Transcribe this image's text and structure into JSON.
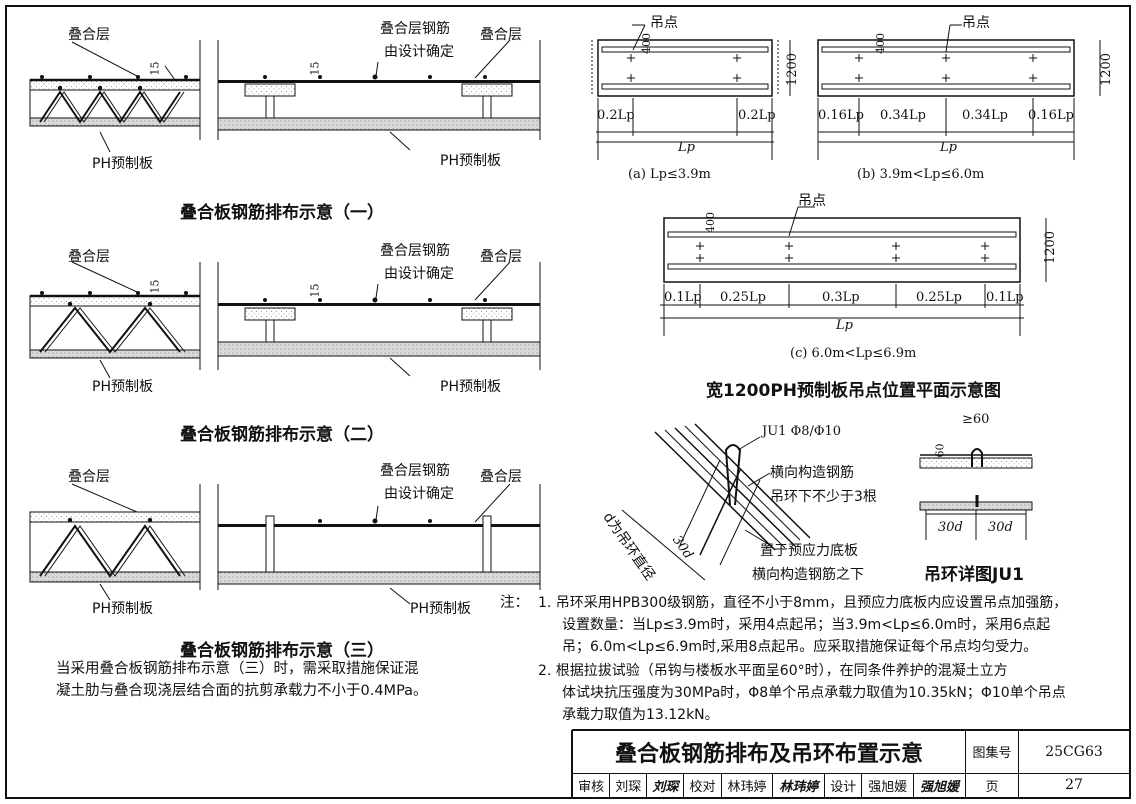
{
  "section_1": {
    "layer_label_left": "叠合层",
    "layer_label_right": "叠合层",
    "rebar_label_line1": "叠合层钢筋",
    "rebar_label_line2": "由设计确定",
    "dim_15_left": "15",
    "dim_15_right": "15",
    "ph_label_left": "PH预制板",
    "ph_label_right": "PH预制板",
    "caption": "叠合板钢筋排布示意（一）"
  },
  "section_2": {
    "layer_label_left": "叠合层",
    "layer_label_right": "叠合层",
    "rebar_label_line1": "叠合层钢筋",
    "rebar_label_line2": "由设计确定",
    "dim_15_left": "15",
    "dim_15_right": "15",
    "ph_label_left": "PH预制板",
    "ph_label_right": "PH预制板",
    "caption": "叠合板钢筋排布示意（二）"
  },
  "section_3": {
    "layer_label_left": "叠合层",
    "layer_label_right": "叠合层",
    "rebar_label_line1": "叠合层钢筋",
    "rebar_label_line2": "由设计确定",
    "ph_label_left": "PH预制板",
    "ph_label_right": "PH预制板",
    "caption": "叠合板钢筋排布示意（三）",
    "note_line1": "当采用叠合板钢筋排布示意（三）时，需采取措施保证混",
    "note_line2": "凝土肋与叠合现浇层结合面的抗剪承载力不小于0.4MPa。"
  },
  "plan_a": {
    "lift_label": "吊点",
    "dim_400": "400",
    "dim_1200": "1200",
    "seg_labels": [
      "0.2Lp",
      "0.2Lp"
    ],
    "total": "Lp",
    "caption": "(a) Lp≤3.9m"
  },
  "plan_b": {
    "lift_label": "吊点",
    "dim_400": "400",
    "dim_1200": "1200",
    "seg_labels": [
      "0.16Lp",
      "0.34Lp",
      "0.34Lp",
      "0.16Lp"
    ],
    "total": "Lp",
    "caption": "(b) 3.9m<Lp≤6.0m"
  },
  "plan_c": {
    "lift_label": "吊点",
    "dim_400": "400",
    "dim_1200": "1200",
    "seg_labels": [
      "0.1Lp",
      "0.25Lp",
      "0.3Lp",
      "0.25Lp",
      "0.1Lp"
    ],
    "total": "Lp",
    "caption": "(c) 6.0m<Lp≤6.9m"
  },
  "plan_caption": "宽1200PH预制板吊点位置平面示意图",
  "ring_detail": {
    "ju1_label": "JU1  Φ8/Φ10",
    "transverse_line1": "横向构造钢筋",
    "transverse_line2": "吊环下不少于3根",
    "d_label": "d为吊环直径",
    "dim_30d": "30d",
    "under_line1": "置于预应力底板",
    "under_line2": "横向构造钢筋之下",
    "dim_ge60": "≥60",
    "dim_60": "60",
    "dim_30d_left": "30d",
    "dim_30d_right": "30d",
    "caption": "吊环详图JU1"
  },
  "notes": {
    "prefix": "注：",
    "n1_line1": "1.  吊环采用HPB300级钢筋，直径不小于8mm，且预应力底板内应设置吊点加强筋，",
    "n1_line2": "设置数量：当Lp≤3.9m时，采用4点起吊；当3.9m<Lp≤6.0m时，采用6点起",
    "n1_line3": "吊；6.0m<Lp≤6.9m时,采用8点起吊。应采取措施保证每个吊点均匀受力。",
    "n2_line1": "2.  根据拉拔试验（吊钩与楼板水平面呈60°时），在同条件养护的混凝土立方",
    "n2_line2": "体试块抗压强度为30MPa时，Φ8单个吊点承载力取值为10.35kN；Φ10单个吊点",
    "n2_line3": "承载力取值为13.12kN。"
  },
  "title_block": {
    "title": "叠合板钢筋排布及吊环布置示意",
    "atlas_label": "图集号",
    "atlas_no": "25CG63",
    "review_label": "审核",
    "reviewer": "刘琛",
    "reviewer_sig": "刘琛",
    "check_label": "校对",
    "checker": "林玮婷",
    "checker_sig": "林玮婷",
    "design_label": "设计",
    "designer": "强旭媛",
    "designer_sig": "强旭媛",
    "page_label": "页",
    "page_no": "27"
  }
}
